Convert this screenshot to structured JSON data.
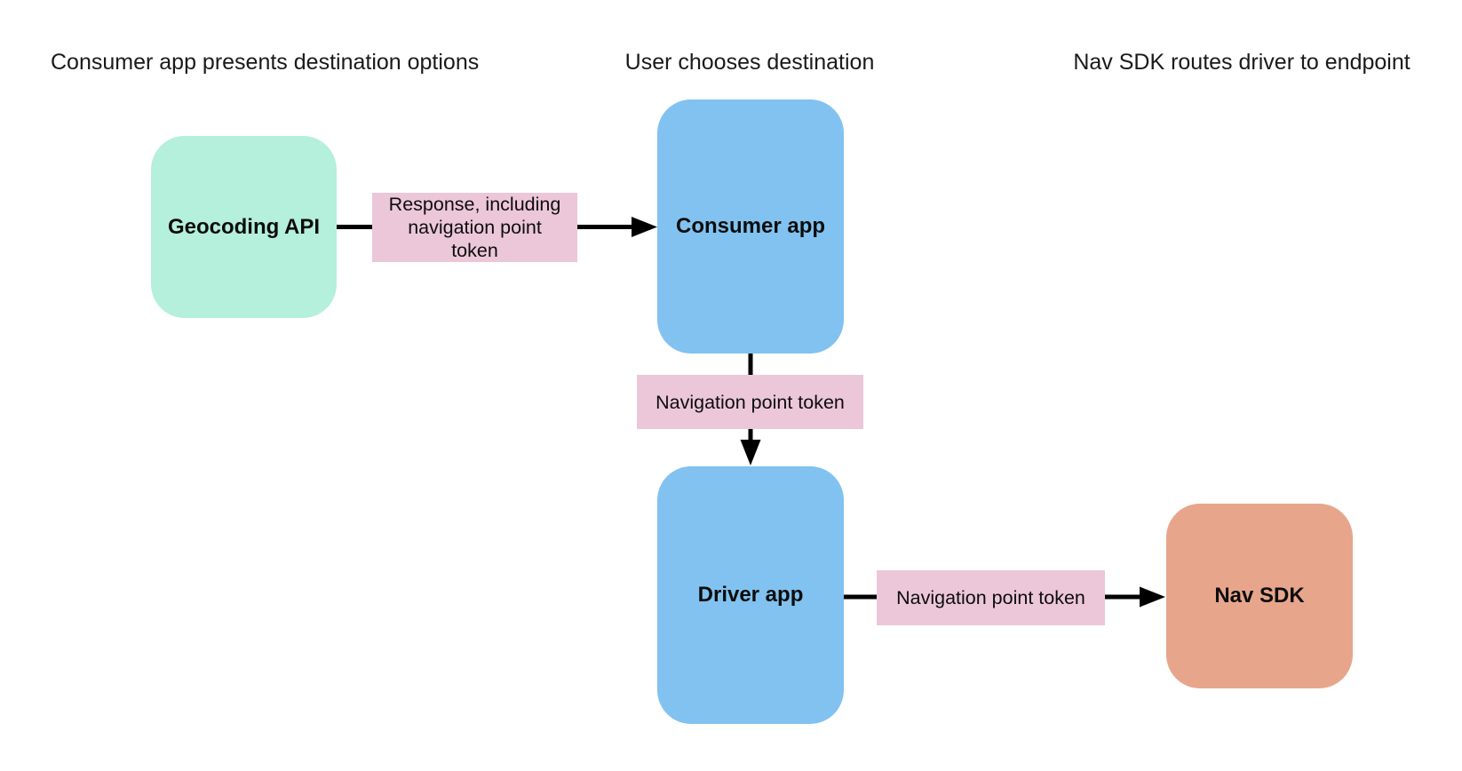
{
  "diagram": {
    "title_implicit": "",
    "column_headers": [
      {
        "label": "Consumer app presents destination options"
      },
      {
        "label": "User chooses destination"
      },
      {
        "label": "Nav SDK routes driver to endpoint"
      }
    ],
    "nodes": [
      {
        "id": "geocoding-api",
        "label": "Geocoding API",
        "color": "#b4f0dc"
      },
      {
        "id": "consumer-app",
        "label": "Consumer app",
        "color": "#81c2f0"
      },
      {
        "id": "driver-app",
        "label": "Driver app",
        "color": "#81c2f0"
      },
      {
        "id": "nav-sdk",
        "label": "Nav SDK",
        "color": "#e7a68b"
      }
    ],
    "edges": [
      {
        "from": "geocoding-api",
        "to": "consumer-app",
        "label": "Response, including navigation point token"
      },
      {
        "from": "consumer-app",
        "to": "driver-app",
        "label": "Navigation point token"
      },
      {
        "from": "driver-app",
        "to": "nav-sdk",
        "label": "Navigation point token"
      }
    ],
    "colors": {
      "background": "#ffffff",
      "edge_label_bg": "#ecc7d9",
      "arrow": "#000000",
      "text": "#0d0d0d"
    }
  }
}
